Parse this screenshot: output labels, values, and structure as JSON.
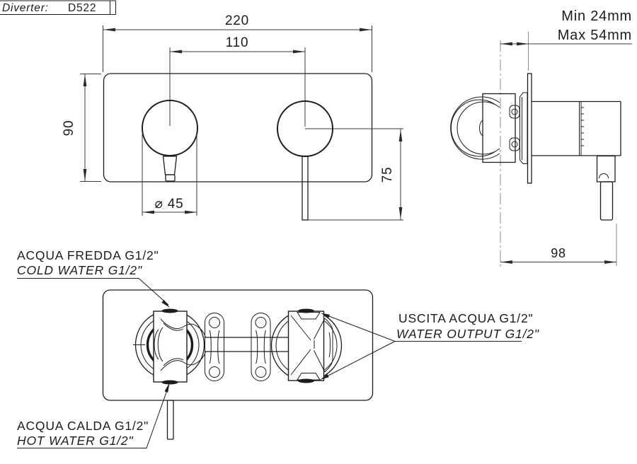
{
  "title_block": {
    "label": "Diverter:",
    "value": "D522"
  },
  "colors": {
    "line": "#1c1c1c",
    "cold": "#2020d8",
    "hot": "#e23030"
  },
  "front_view": {
    "dims": {
      "overall_width": "220",
      "handle_centers": "110",
      "plate_height": "90",
      "knob_diameter": "⌀ 45",
      "lever_drop": "75"
    }
  },
  "side_view": {
    "dims": {
      "depth_min": "Min 24mm",
      "depth_max": "Max 54mm",
      "projection": "98"
    }
  },
  "bottom_view": {
    "labels": {
      "cold_line1": "ACQUA FREDDA G1/2\"",
      "cold_line2": "COLD WATER G1/2\"",
      "hot_line1": "ACQUA CALDA G1/2\"",
      "hot_line2": "HOT WATER G1/2\"",
      "out_line1": "USCITA ACQUA G1/2\"",
      "out_line2": "WATER OUTPUT G1/2\""
    }
  }
}
